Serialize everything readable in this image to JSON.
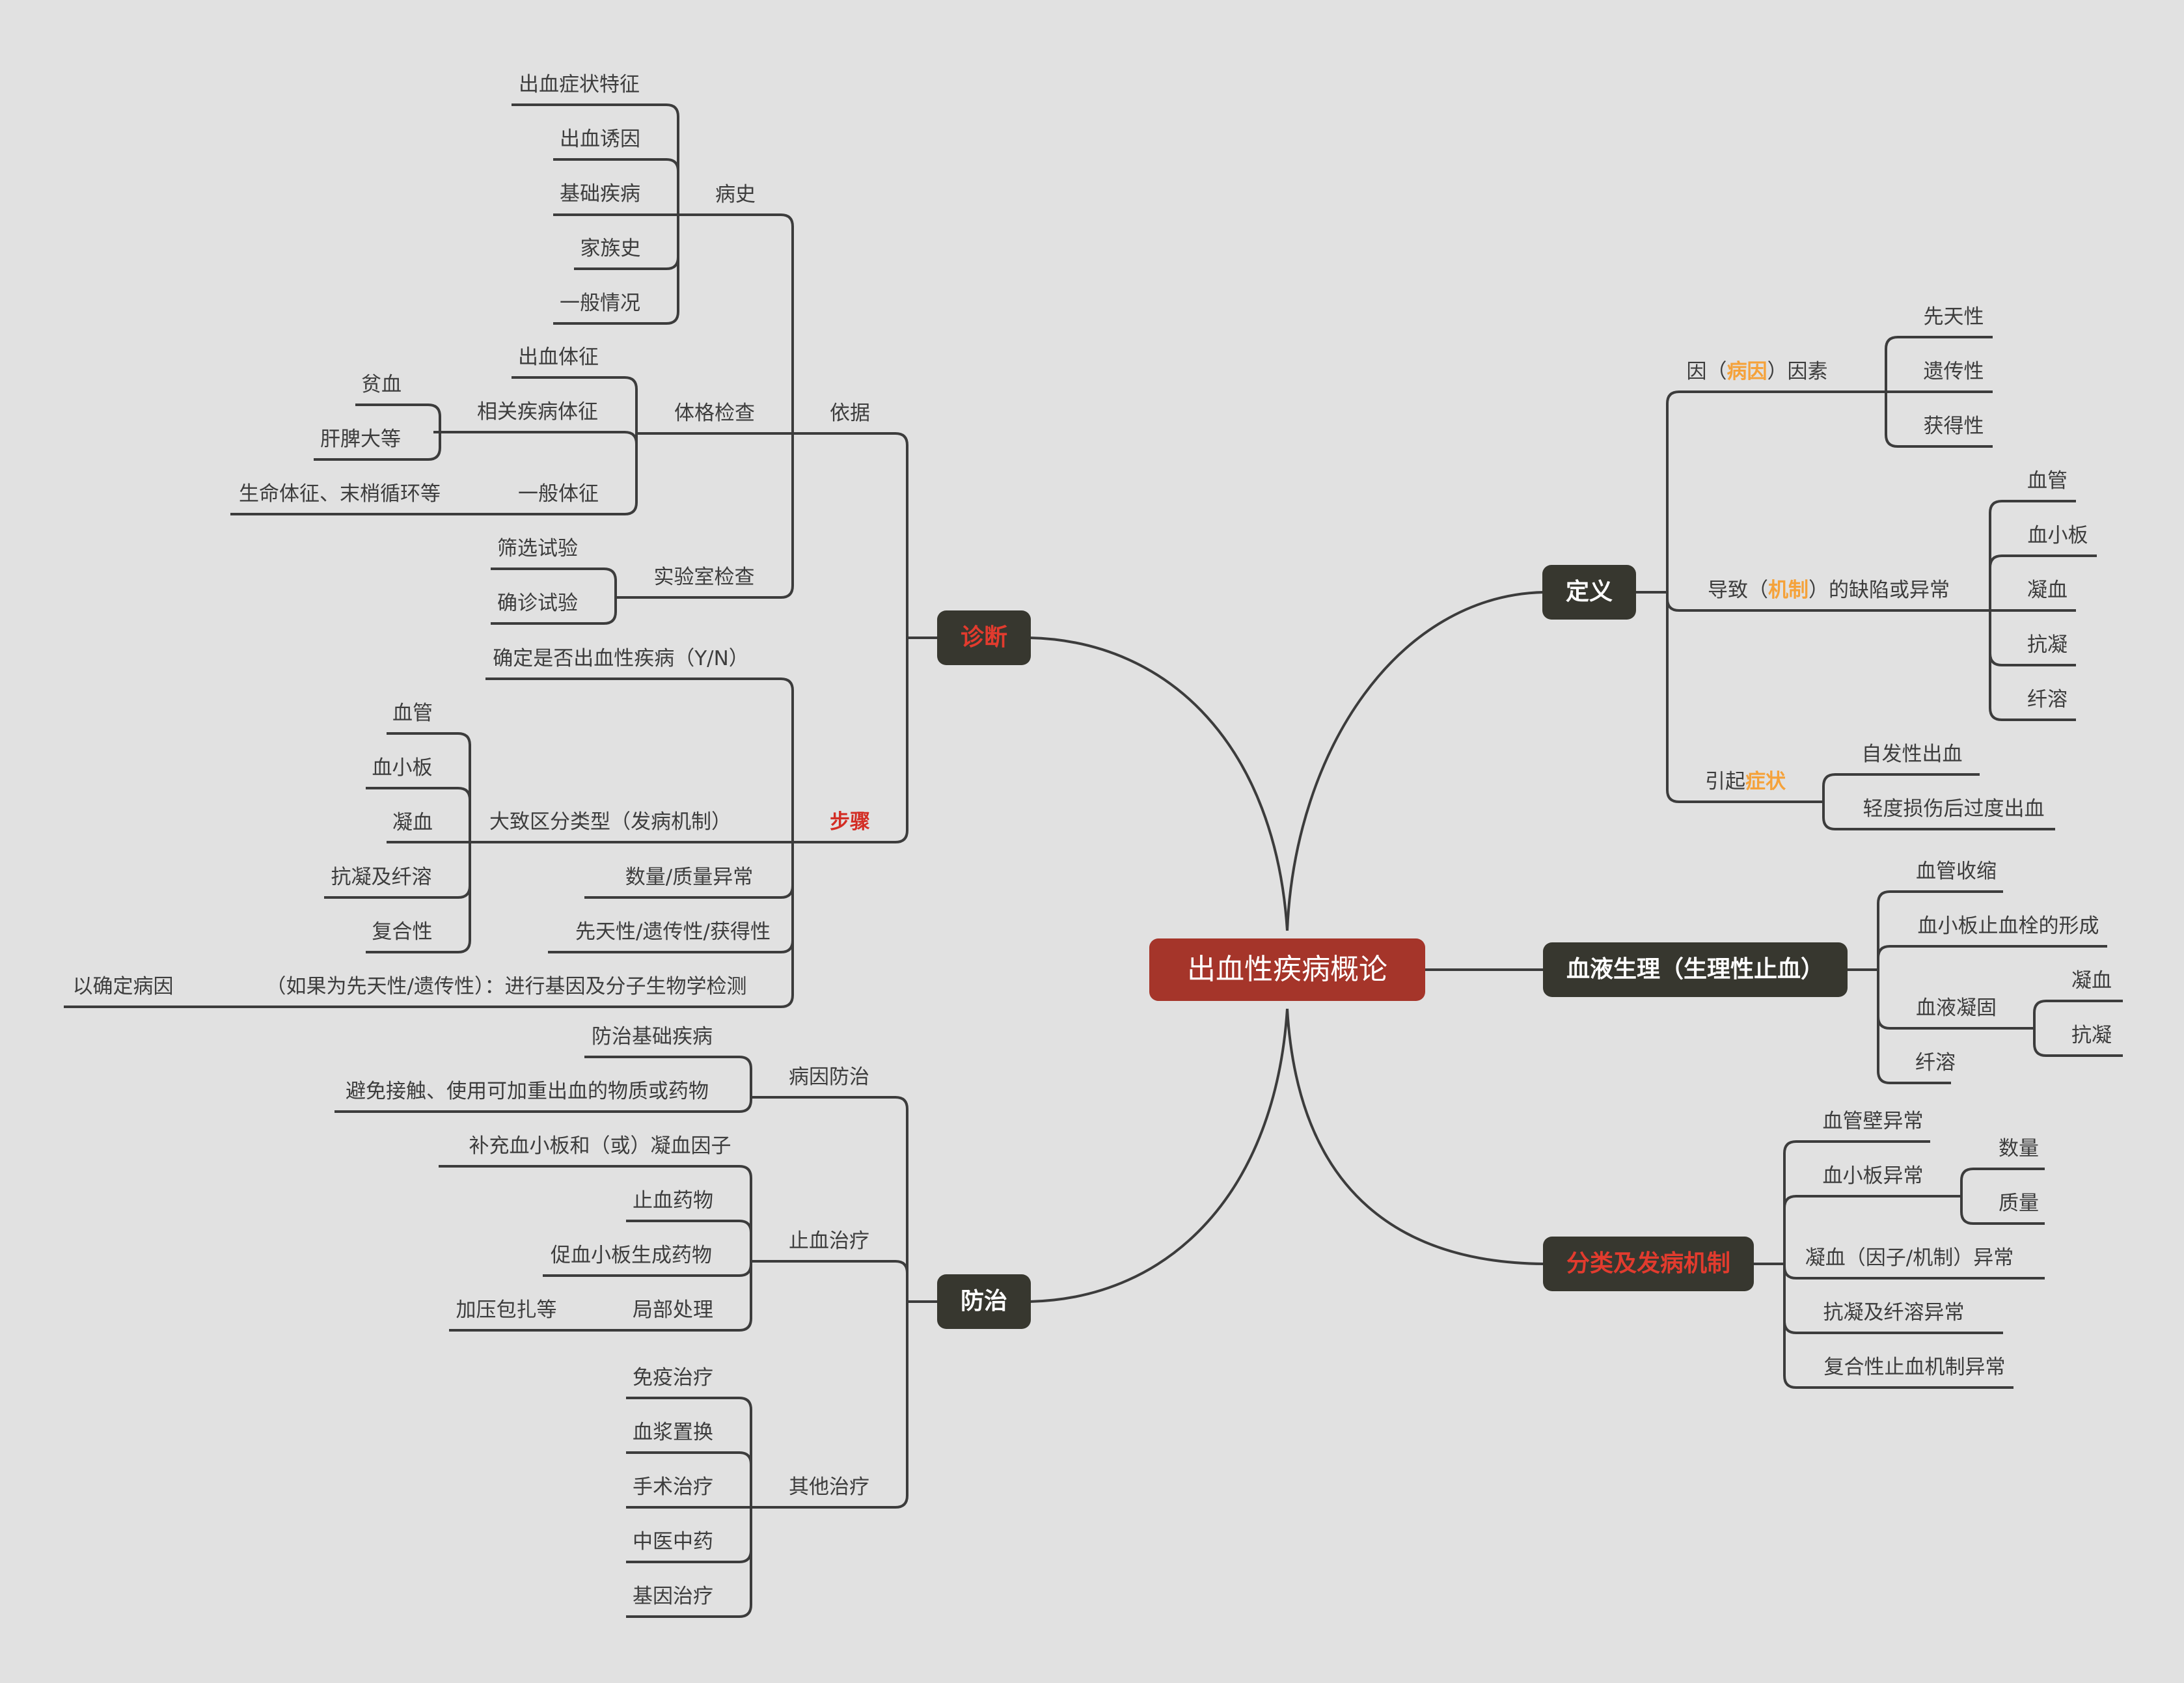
{
  "root": "出血性疾病概论",
  "branches": {
    "diagnosis": {
      "label": "诊断",
      "basis": {
        "label": "依据",
        "history": {
          "label": "病史",
          "items": [
            "出血症状特征",
            "出血诱因",
            "基础疾病",
            "家族史",
            "一般情况"
          ]
        },
        "exam": {
          "label": "体格检查",
          "bleeding_signs": "出血体征",
          "related": {
            "label": "相关疾病体征",
            "items": [
              "贫血",
              "肝脾大等"
            ]
          },
          "general": {
            "label": "一般体征",
            "detail": "生命体征、末梢循环等"
          }
        },
        "lab": {
          "label": "实验室检查",
          "items": [
            "筛选试验",
            "确诊试验"
          ]
        }
      },
      "steps": {
        "label": "步骤",
        "confirm": "确定是否出血性疾病（Y/N）",
        "classify": {
          "label": "大致区分类型（发病机制）",
          "items": [
            "血管",
            "血小板",
            "凝血",
            "抗凝及纤溶",
            "复合性"
          ]
        },
        "quantity": "数量/质量异常",
        "origin": "先天性/遗传性/获得性",
        "genetic": {
          "label": "（如果为先天性/遗传性）：进行基因及分子生物学检测",
          "detail": "以确定病因"
        }
      }
    },
    "treatment": {
      "label": "防治",
      "etiology": {
        "label": "病因防治",
        "items": [
          "防治基础疾病",
          "避免接触、使用可加重出血的物质或药物"
        ]
      },
      "hemostasis": {
        "label": "止血治疗",
        "items": [
          "补充血小板和（或）凝血因子",
          "止血药物",
          "促血小板生成药物"
        ],
        "local": {
          "label": "局部处理",
          "detail": "加压包扎等"
        }
      },
      "other": {
        "label": "其他治疗",
        "items": [
          "免疫治疗",
          "血浆置换",
          "手术治疗",
          "中医中药",
          "基因治疗"
        ]
      }
    },
    "definition": {
      "label": "定义",
      "cause": {
        "prefix": "因（",
        "highlight": "病因",
        "suffix": "）因素",
        "items": [
          "先天性",
          "遗传性",
          "获得性"
        ]
      },
      "mechanism": {
        "prefix": "导致（",
        "highlight": "机制",
        "suffix": "）的缺陷或异常",
        "items": [
          "血管",
          "血小板",
          "凝血",
          "抗凝",
          "纤溶"
        ]
      },
      "symptom": {
        "prefix": "引起",
        "highlight": "症状",
        "items": [
          "自发性出血",
          "轻度损伤后过度出血"
        ]
      }
    },
    "physiology": {
      "label": "血液生理（生理性止血）",
      "items": [
        "血管收缩",
        "血小板止血栓的形成"
      ],
      "coagulation": {
        "label": "血液凝固",
        "items": [
          "凝血",
          "抗凝"
        ]
      },
      "fibrinolysis": "纤溶"
    },
    "classification": {
      "label": "分类及发病机制",
      "vessel": "血管壁异常",
      "platelet": {
        "label": "血小板异常",
        "items": [
          "数量",
          "质量"
        ]
      },
      "others": [
        "凝血（因子/机制）异常",
        "抗凝及纤溶异常",
        "复合性止血机制异常"
      ]
    }
  },
  "colors": {
    "background": "#e1e1e1",
    "line": "#3c3c3c",
    "root_fill": "#a5352a",
    "main_fill": "#37372f",
    "red_text": "#d32d24",
    "highlight": "#f5a23a"
  }
}
